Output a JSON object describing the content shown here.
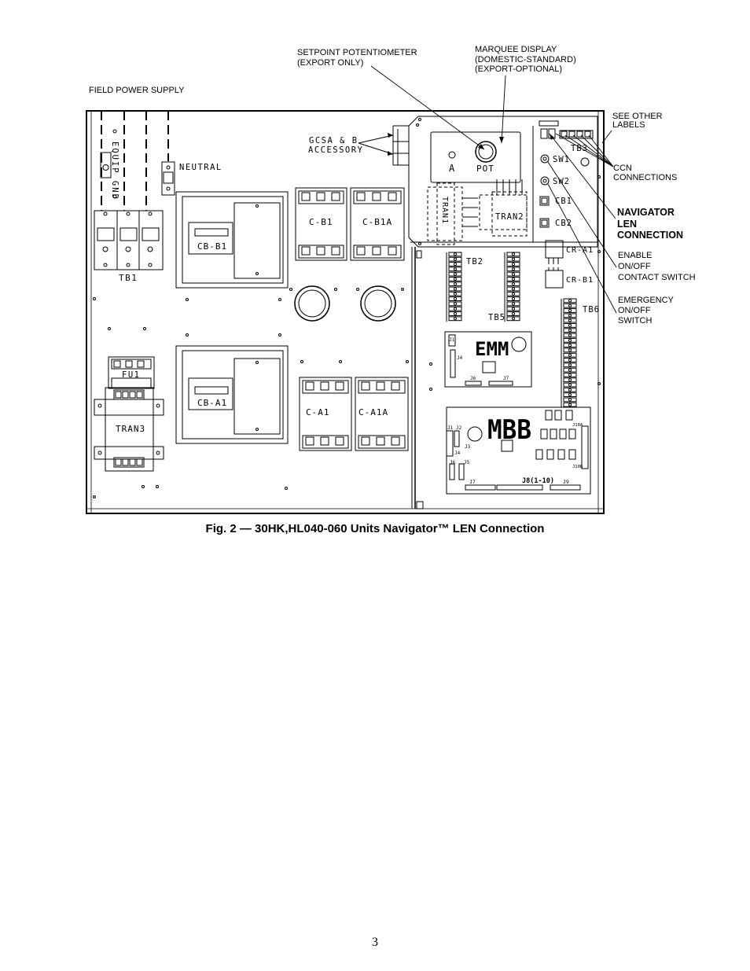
{
  "callouts": {
    "field_power_supply": "FIELD POWER SUPPLY",
    "setpoint_pot": [
      "SETPOINT POTENTIOMETER",
      "(EXPORT ONLY)"
    ],
    "marquee_display": [
      "MARQUEE DISPLAY",
      "(DOMESTIC-STANDARD)",
      "(EXPORT-OPTIONAL)"
    ],
    "see_other_labels": [
      "SEE OTHER",
      "LABELS"
    ],
    "ccn_connections": [
      "CCN",
      "CONNECTIONS"
    ],
    "navigator_len": [
      "NAVIGATOR",
      "LEN",
      "CONNECTION"
    ],
    "enable_switch": [
      "ENABLE",
      "ON/OFF",
      "CONTACT SWITCH"
    ],
    "emergency_switch": [
      "EMERGENCY",
      "ON/OFF",
      "SWITCH"
    ]
  },
  "labels": {
    "equip_gnd": "EQUIP GND",
    "neutral": "NEUTRAL",
    "gcsa": "GCSA & B",
    "accessory": "ACCESSORY",
    "tb1": "TB1",
    "cb_b1": "CB-B1",
    "cb_a1": "CB-A1",
    "c_b1": "C-B1",
    "c_b1a": "C-B1A",
    "c_a1": "C-A1",
    "c_a1a": "C-A1A",
    "fu1": "FU1",
    "tran3": "TRAN3",
    "tran1": "TRAN1",
    "tran2": "TRAN2",
    "pot_a": "A",
    "pot": "POT",
    "tb3": "TB3",
    "sw1": "SW1",
    "sw2": "SW2",
    "cb1": "CB1",
    "cb2": "CB2",
    "cr_a1": "CR-A1",
    "cr_b1": "CR-B1",
    "tb2": "TB2",
    "tb5": "TB5",
    "tb6": "TB6",
    "emm": "EMM",
    "mbb": "MBB",
    "j1": "J1",
    "j2": "J2",
    "j3": "J3",
    "j4": "J4",
    "j5": "J5",
    "j6": "J6",
    "j7": "J7",
    "j8": "J8(1-10)",
    "j9": "J9",
    "j10a": "J10A",
    "j10b": "J10B"
  },
  "caption": "Fig. 2 — 30HK,HL040-060 Units Navigator™ LEN Connection",
  "page_number": "3"
}
